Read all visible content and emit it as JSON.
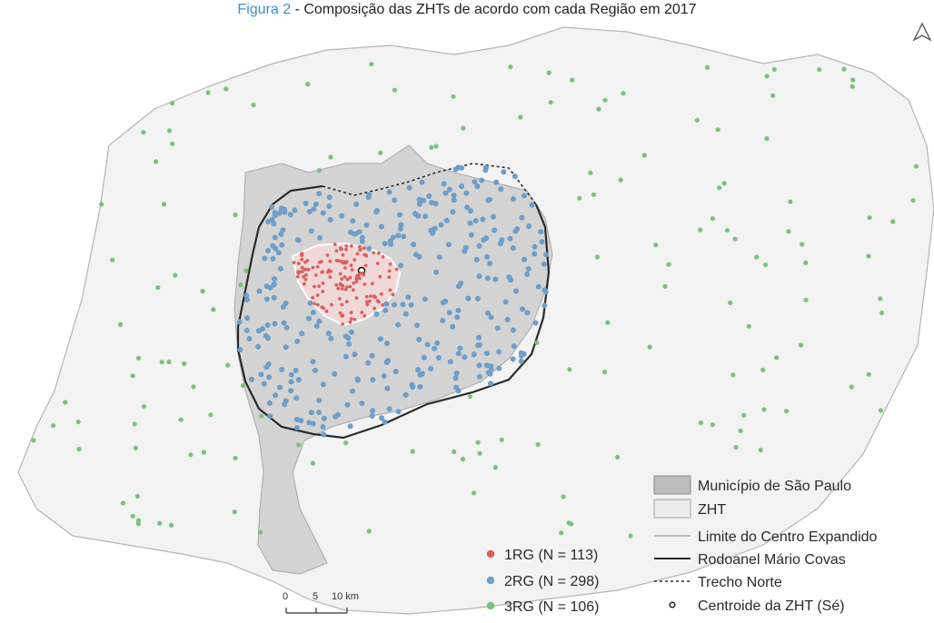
{
  "caption": {
    "label": "Figura 2",
    "text": " - Composição das ZHTs de acordo com cada Região em 2017"
  },
  "colors": {
    "rg1": "#d9605e",
    "rg2": "#6f9ec8",
    "rg3": "#7cc07e",
    "municipio_fill": "#cfcfcf",
    "zht_fill": "#efefef",
    "boundary": "#9a9a9a",
    "rodoanel": "#2b2b2b"
  },
  "north_arrow_icon": "north-arrow-icon",
  "legend_symbols": {
    "items": [
      {
        "label": "Município de São Paulo",
        "symbol": "filled-box-dark"
      },
      {
        "label": "ZHT",
        "symbol": "filled-box-light"
      },
      {
        "label": "Limite do Centro Expandido",
        "symbol": "line-light"
      },
      {
        "label": "Rodoanel Mário Covas",
        "symbol": "line-dark"
      },
      {
        "label": "Trecho Norte",
        "symbol": "line-dotted"
      },
      {
        "label": "Centroide da ZHT (Sé)",
        "symbol": "ring"
      }
    ]
  },
  "legend_points": {
    "items": [
      {
        "label": "1RG (N = 113)",
        "color": "#d9605e"
      },
      {
        "label": "2RG (N = 298)",
        "color": "#6f9ec8"
      },
      {
        "label": "3RG (N = 106)",
        "color": "#7cc07e"
      }
    ]
  },
  "scale_bar": {
    "ticks": [
      "0",
      "5",
      "10 km"
    ]
  },
  "point_counts": {
    "rg1": 113,
    "rg2": 298,
    "rg3": 106
  }
}
